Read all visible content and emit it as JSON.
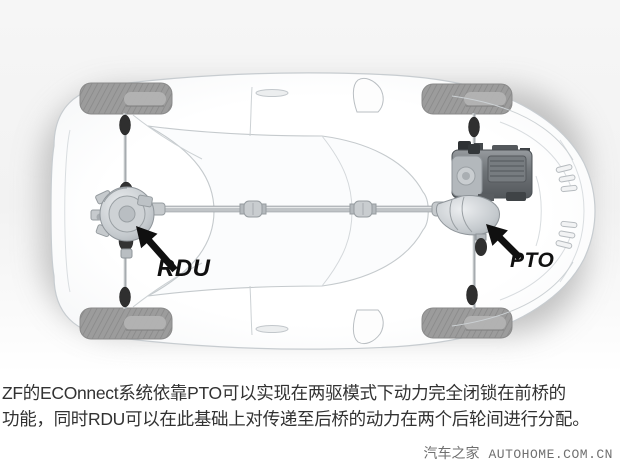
{
  "diagram": {
    "labels": {
      "rdu": "RDU",
      "pto": "PTO"
    }
  },
  "caption": {
    "line1": "ZF的ECOnnect系统依靠PTO可以实现在两驱模式下动力完全闭锁在前桥的",
    "line2": "功能，同时RDU可以在此基础上对传递至后桥的动力在两个后轮间进行分配。"
  },
  "watermark": {
    "site_name": "汽车之家",
    "site_domain": "AUTOHOME.COM.CN"
  },
  "colors": {
    "caption_text": "#323232",
    "label_text": "#101010",
    "watermark_text": "#6f6f6f",
    "tire": "#9c9c9c",
    "gearbox_dark": "#55595d",
    "arrow": "#101010",
    "background": "#f2f2f2"
  }
}
